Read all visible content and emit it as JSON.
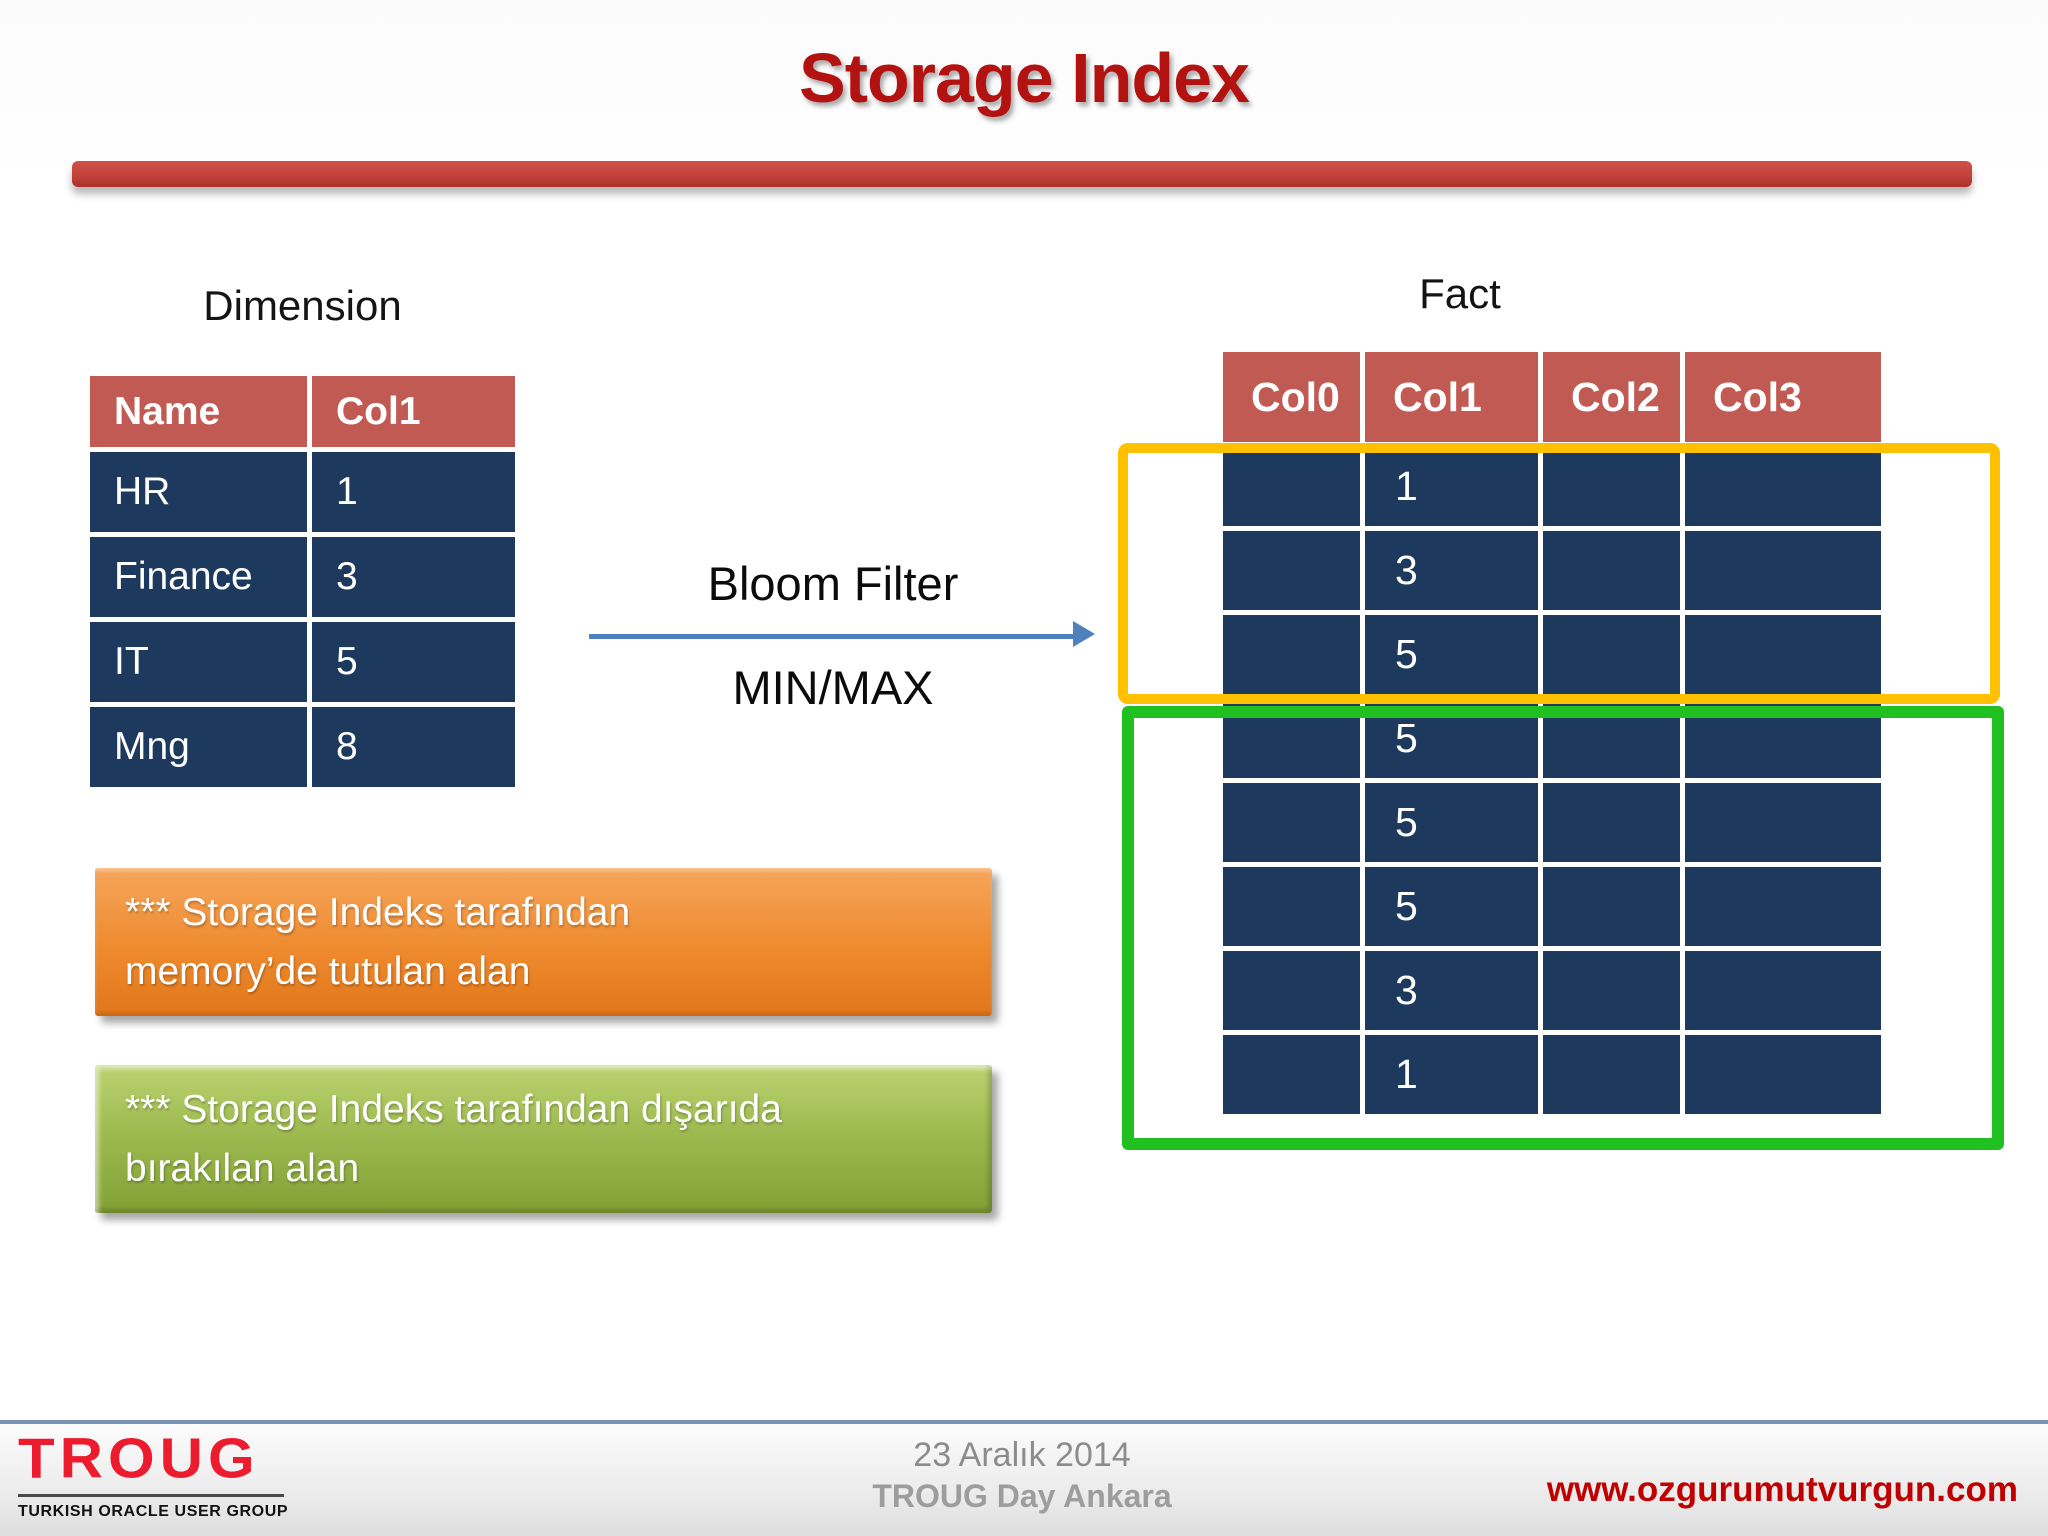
{
  "slide": {
    "title": "Storage Index"
  },
  "dimension": {
    "label": "Dimension",
    "columns": [
      "Name",
      "Col1"
    ],
    "rows": [
      [
        "HR",
        "1"
      ],
      [
        "Finance",
        "3"
      ],
      [
        "IT",
        "5"
      ],
      [
        "Mng",
        "8"
      ]
    ]
  },
  "flow": {
    "top_label": "Bloom Filter",
    "bottom_label": "MIN/MAX"
  },
  "fact": {
    "label": "Fact",
    "columns": [
      "Col0",
      "Col1",
      "Col2",
      "Col3"
    ],
    "rows": [
      [
        "",
        "1",
        "",
        ""
      ],
      [
        "",
        "3",
        "",
        ""
      ],
      [
        "",
        "5",
        "",
        ""
      ],
      [
        "",
        "5",
        "",
        ""
      ],
      [
        "",
        "5",
        "",
        ""
      ],
      [
        "",
        "5",
        "",
        ""
      ],
      [
        "",
        "3",
        "",
        ""
      ],
      [
        "",
        "1",
        "",
        ""
      ]
    ]
  },
  "annotations": {
    "memory_box": {
      "line1": "*** Storage Indeks tarafından",
      "line2": "memory’de tutulan alan"
    },
    "excluded_box": {
      "line1": "*** Storage Indeks tarafından dışarıda",
      "line2": "bırakılan alan"
    }
  },
  "footer": {
    "logo_text": "TROUG",
    "logo_subtitle": "TURKISH ORACLE USER GROUP",
    "date": "23 Aralık  2014",
    "event": "TROUG Day  Ankara",
    "website": "www.ozgurumutvurgun.com"
  },
  "colors": {
    "title_red": "#b31310",
    "header_red": "#c15a52",
    "cell_navy": "#1d3a5e",
    "highlight_yellow": "#ffc000",
    "highlight_green": "#1fc01f",
    "arrow_blue": "#4f81bd",
    "logo_red": "#ed1b2e",
    "url_red": "#c00000"
  }
}
